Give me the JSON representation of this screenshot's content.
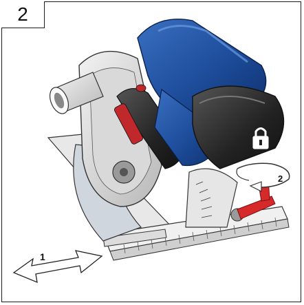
{
  "step": {
    "number": "2"
  },
  "arrows": {
    "slide_label": "1",
    "rotate_label": "2"
  },
  "icons": {
    "lock": "padlock-icon"
  }
}
